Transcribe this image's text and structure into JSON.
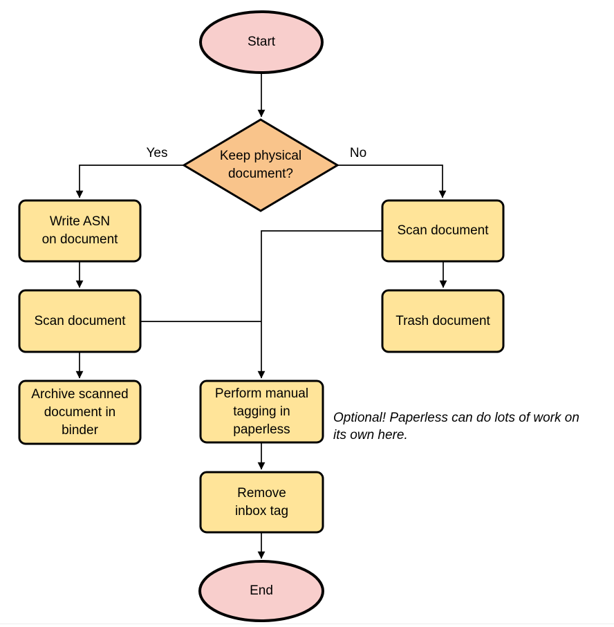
{
  "diagram": {
    "colors": {
      "background": "#ffffff",
      "terminal_fill": "#F8CECC",
      "decision_fill": "#F9C48B",
      "process_fill": "#FFE499",
      "stroke": "#000000",
      "divider": "#ececec"
    },
    "nodes": {
      "start": {
        "label": "Start",
        "type": "terminal"
      },
      "decision": {
        "label": "Keep physical\ndocument?",
        "type": "decision"
      },
      "write_asn": {
        "label": "Write ASN\non document",
        "type": "process"
      },
      "scan_left": {
        "label": "Scan document",
        "type": "process"
      },
      "archive": {
        "label": "Archive scanned\ndocument in\nbinder",
        "type": "process"
      },
      "scan_right": {
        "label": "Scan document",
        "type": "process"
      },
      "trash": {
        "label": "Trash document",
        "type": "process"
      },
      "tagging": {
        "label": "Perform manual\ntagging in\npaperless",
        "type": "process"
      },
      "remove_inbox": {
        "label": "Remove\ninbox tag",
        "type": "process"
      },
      "end": {
        "label": "End",
        "type": "terminal"
      }
    },
    "edge_labels": {
      "yes": "Yes",
      "no": "No"
    },
    "annotation": {
      "text": "Optional! Paperless can do lots of work on\nits own here."
    }
  }
}
